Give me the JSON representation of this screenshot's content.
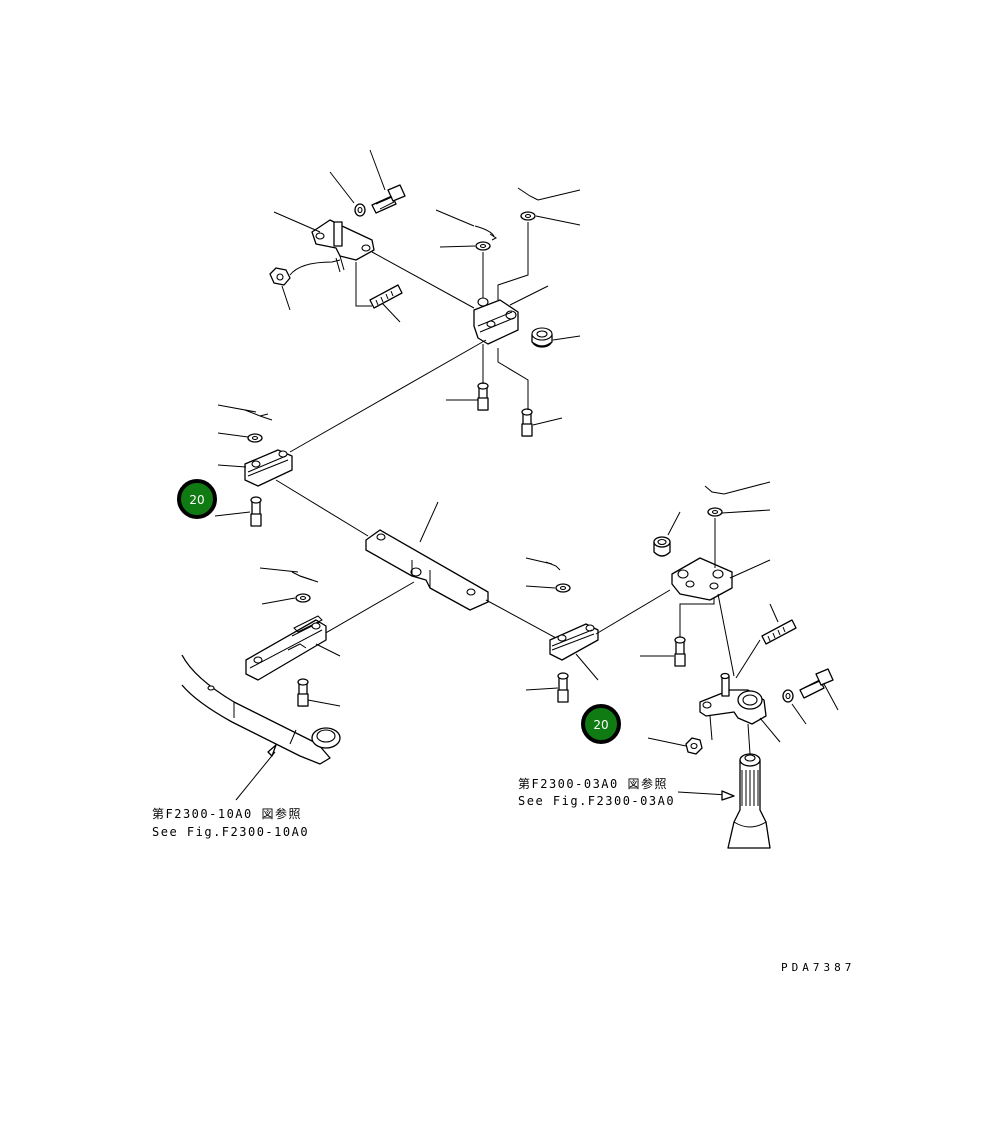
{
  "markers": [
    {
      "label": "20",
      "color": "#0f7b12"
    },
    {
      "label": "20",
      "color": "#0f7b12"
    }
  ],
  "references": {
    "left_jp": "第F2300-10A0 図参照",
    "left_en": "See Fig.F2300-10A0",
    "right_jp": "第F2300-03A0 図参照",
    "right_en": "See Fig.F2300-03A0"
  },
  "drawing_code": "PDA7387"
}
